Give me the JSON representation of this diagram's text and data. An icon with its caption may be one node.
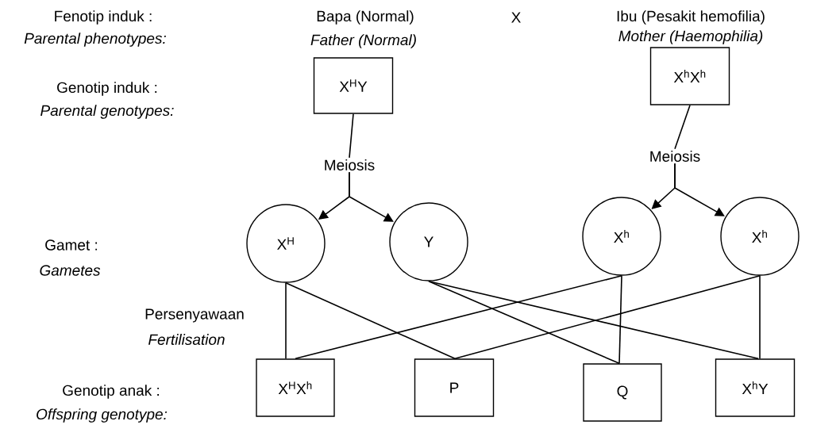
{
  "diagram": {
    "nodes": [
      {
        "text": [
          "X$^{H}$Y"
        ],
        "beside": [
          "Bapa (Normal)",
          "Father (Normal)"
        ]
      },
      {
        "text": [
          "X$^{h}$X$^{h}$"
        ],
        "beside": [
          "Ibu (Pesakit hemofilia)",
          "Mother (Haemophilia)"
        ]
      },
      {
        "text": [
          "Meiosis"
        ]
      },
      {
        "text": [
          "Meiosis"
        ]
      },
      {
        "text": [
          "X$^{H}$"
        ]
      },
      {
        "text": [
          "Y"
        ]
      },
      {
        "text": [
          "X$^{h}$"
        ]
      },
      {
        "text": [
          "X$^{h}$"
        ]
      },
      {
        "text": [
          "X$^{H}$X$^{h}$"
        ]
      },
      {
        "text": [
          "P"
        ]
      },
      {
        "text": [
          "Q"
        ]
      },
      {
        "text": [
          "X$^{h}$Y"
        ]
      }
    ],
    "edges": [
      {
        "from": 0,
        "to": 2,
        "arrow": "none"
      },
      {
        "from": 1,
        "to": 3,
        "arrow": "none"
      },
      {
        "from": 2,
        "to": 4,
        "arrow": "to"
      },
      {
        "from": 2,
        "to": 5,
        "arrow": "to"
      },
      {
        "from": 3,
        "to": 6,
        "arrow": "to"
      },
      {
        "from": 3,
        "to": 7,
        "arrow": "to"
      },
      {
        "from": 4,
        "to": 8,
        "arrow": "none"
      },
      {
        "from": 4,
        "to": 9,
        "arrow": "none"
      },
      {
        "from": 5,
        "to": 10,
        "arrow": "none"
      },
      {
        "from": 5,
        "to": 11,
        "arrow": "none"
      },
      {
        "from": 6,
        "to": 8,
        "arrow": "none"
      },
      {
        "from": 6,
        "to": 10,
        "arrow": "none"
      },
      {
        "from": 7,
        "to": 9,
        "arrow": "none"
      },
      {
        "from": 7,
        "to": 11,
        "arrow": "none"
      }
    ],
    "labels": [
      "Fenotip induk :",
      "Parental phenotypes:",
      "X",
      "Genotip induk :",
      "Parental genotypes:",
      "Gamet :",
      "Gametes",
      "Persenyawaan",
      "Fertilisation",
      "Genotip anak :",
      "Offspring genotype:"
    ]
  }
}
